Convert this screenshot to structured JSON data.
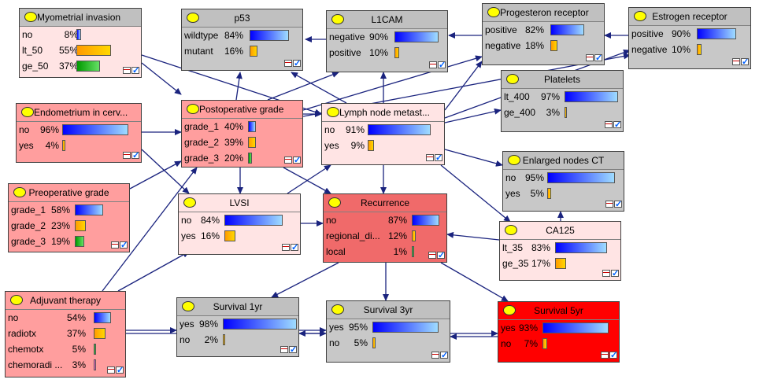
{
  "colors": {
    "light_pink": "#ffe4e4",
    "pink": "#ff9e9e",
    "red_node": "#f06a6a",
    "bright_red": "#ff0000",
    "gray": "#c8c8c8",
    "edge": "#1a237e"
  },
  "nodes": {
    "myometrial": {
      "title": "Myometrial invasion",
      "rows": [
        {
          "label": "no",
          "pct": "8%",
          "value": 0.08,
          "color": "blue"
        },
        {
          "label": "lt_50",
          "pct": "55%",
          "value": 0.55,
          "color": "orange"
        },
        {
          "label": "ge_50",
          "pct": "37%",
          "value": 0.37,
          "color": "green"
        }
      ]
    },
    "p53": {
      "title": "p53",
      "rows": [
        {
          "label": "wildtype",
          "pct": "84%",
          "value": 0.84,
          "color": "blue"
        },
        {
          "label": "mutant",
          "pct": "16%",
          "value": 0.16,
          "color": "orange"
        }
      ]
    },
    "l1cam": {
      "title": "L1CAM",
      "rows": [
        {
          "label": "negative",
          "pct": "90%",
          "value": 0.9,
          "color": "blue"
        },
        {
          "label": "positive",
          "pct": "10%",
          "value": 0.1,
          "color": "orange"
        }
      ]
    },
    "progesteron": {
      "title": "Progesteron receptor",
      "rows": [
        {
          "label": "positive",
          "pct": "82%",
          "value": 0.82,
          "color": "blue"
        },
        {
          "label": "negative",
          "pct": "18%",
          "value": 0.18,
          "color": "orange"
        }
      ]
    },
    "estrogen": {
      "title": "Estrogen receptor",
      "rows": [
        {
          "label": "positive",
          "pct": "90%",
          "value": 0.9,
          "color": "blue"
        },
        {
          "label": "negative",
          "pct": "10%",
          "value": 0.1,
          "color": "orange"
        }
      ]
    },
    "platelets": {
      "title": "Platelets",
      "rows": [
        {
          "label": "lt_400",
          "pct": "97%",
          "value": 0.97,
          "color": "blue"
        },
        {
          "label": "ge_400",
          "pct": "3%",
          "value": 0.03,
          "color": "orange"
        }
      ]
    },
    "endometrium": {
      "title": "Endometrium in cerv...",
      "rows": [
        {
          "label": "no",
          "pct": "96%",
          "value": 0.96,
          "color": "blue"
        },
        {
          "label": "yes",
          "pct": "4%",
          "value": 0.04,
          "color": "orange"
        }
      ]
    },
    "postop": {
      "title": "Postoperative grade",
      "rows": [
        {
          "label": "grade_1",
          "pct": "40%",
          "value": 0.4,
          "color": "blue"
        },
        {
          "label": "grade_2",
          "pct": "39%",
          "value": 0.39,
          "color": "orange"
        },
        {
          "label": "grade_3",
          "pct": "20%",
          "value": 0.2,
          "color": "green"
        }
      ]
    },
    "lymph": {
      "title": "Lymph node metast...",
      "rows": [
        {
          "label": "no",
          "pct": "91%",
          "value": 0.91,
          "color": "blue"
        },
        {
          "label": "yes",
          "pct": "9%",
          "value": 0.09,
          "color": "orange"
        }
      ]
    },
    "enlarged": {
      "title": "Enlarged nodes CT",
      "rows": [
        {
          "label": "no",
          "pct": "95%",
          "value": 0.95,
          "color": "blue"
        },
        {
          "label": "yes",
          "pct": "5%",
          "value": 0.05,
          "color": "orange"
        }
      ]
    },
    "preop": {
      "title": "Preoperative grade",
      "rows": [
        {
          "label": "grade_1",
          "pct": "58%",
          "value": 0.58,
          "color": "blue"
        },
        {
          "label": "grade_2",
          "pct": "23%",
          "value": 0.23,
          "color": "orange"
        },
        {
          "label": "grade_3",
          "pct": "19%",
          "value": 0.19,
          "color": "green"
        }
      ]
    },
    "lvsi": {
      "title": "LVSI",
      "rows": [
        {
          "label": "no",
          "pct": "84%",
          "value": 0.84,
          "color": "blue"
        },
        {
          "label": "yes",
          "pct": "16%",
          "value": 0.16,
          "color": "orange"
        }
      ]
    },
    "recurrence": {
      "title": "Recurrence",
      "rows": [
        {
          "label": "no",
          "pct": "87%",
          "value": 0.87,
          "color": "blue"
        },
        {
          "label": "regional_di...",
          "pct": "12%",
          "value": 0.12,
          "color": "orange"
        },
        {
          "label": "local",
          "pct": "1%",
          "value": 0.01,
          "color": "green"
        }
      ]
    },
    "ca125": {
      "title": "CA125",
      "rows": [
        {
          "label": "lt_35",
          "pct": "83%",
          "value": 0.83,
          "color": "blue"
        },
        {
          "label": "ge_35",
          "pct": "17%",
          "value": 0.17,
          "color": "orange"
        }
      ]
    },
    "adjuvant": {
      "title": "Adjuvant therapy",
      "rows": [
        {
          "label": "no",
          "pct": "54%",
          "value": 0.54,
          "color": "blue"
        },
        {
          "label": "radiotx",
          "pct": "37%",
          "value": 0.37,
          "color": "orange"
        },
        {
          "label": "chemotx",
          "pct": "5%",
          "value": 0.05,
          "color": "green"
        },
        {
          "label": "chemoradi ...",
          "pct": "3%",
          "value": 0.03,
          "color": "pink"
        }
      ]
    },
    "surv1": {
      "title": "Survival 1yr",
      "rows": [
        {
          "label": "yes",
          "pct": "98%",
          "value": 0.98,
          "color": "blue"
        },
        {
          "label": "no",
          "pct": "2%",
          "value": 0.02,
          "color": "orange"
        }
      ]
    },
    "surv3": {
      "title": "Survival 3yr",
      "rows": [
        {
          "label": "yes",
          "pct": "95%",
          "value": 0.95,
          "color": "blue"
        },
        {
          "label": "no",
          "pct": "5%",
          "value": 0.05,
          "color": "orange"
        }
      ]
    },
    "surv5": {
      "title": "Survival 5yr",
      "rows": [
        {
          "label": "yes",
          "pct": "93%",
          "value": 0.93,
          "color": "blue"
        },
        {
          "label": "no",
          "pct": "7%",
          "value": 0.07,
          "color": "orange"
        }
      ]
    }
  }
}
